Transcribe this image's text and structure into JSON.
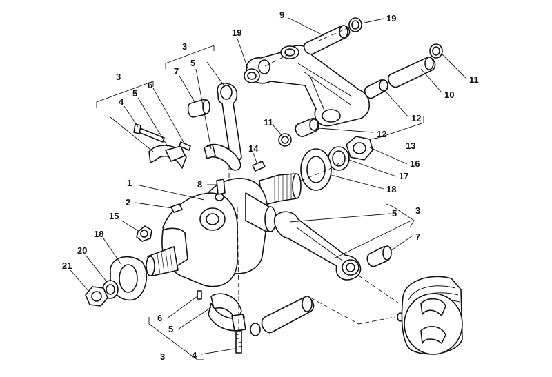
{
  "diagram": {
    "callouts": [
      "9",
      "19",
      "3",
      "19",
      "11",
      "10",
      "5",
      "7",
      "3",
      "6",
      "5",
      "4",
      "12",
      "11",
      "12",
      "13",
      "14",
      "16",
      "17",
      "8",
      "18",
      "1",
      "2",
      "3",
      "5",
      "15",
      "7",
      "18",
      "20",
      "21",
      "6",
      "5",
      "3",
      "4"
    ]
  }
}
